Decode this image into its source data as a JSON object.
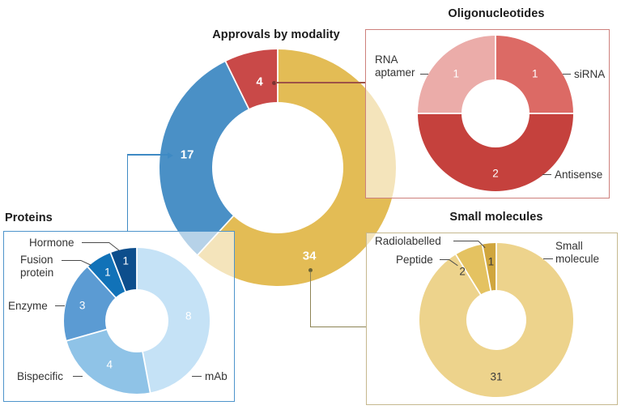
{
  "figure": {
    "main": {
      "title": "Approvals by modality"
    },
    "oligonucleotides": {
      "title": "Oligonucleotides",
      "callouts": {
        "rna_aptamer": "RNA aptamer",
        "sirna": "siRNA",
        "antisense": "Antisense"
      }
    },
    "proteins": {
      "title": "Proteins",
      "callouts": {
        "hormone": "Hormone",
        "fusion_protein": "Fusion protein",
        "enzyme": "Enzyme",
        "bispecific": "Bispecific",
        "mab": "mAb"
      }
    },
    "small_molecules": {
      "title": "Small molecules",
      "callouts": {
        "radiolabelled": "Radiolabelled",
        "peptide": "Peptide",
        "small_molecule": "Small molecule"
      }
    },
    "colors": {
      "oligo_border": "#CD807C",
      "proteins_border": "#4E94CB",
      "small_border": "#C6B88E",
      "connector_red": "#9D5347",
      "connector_red_dot": "#7A3230",
      "connector_blue": "#3E8AC4",
      "connector_olive": "#8D8355",
      "connector_olive_dot": "#6B6335"
    }
  },
  "chart_data": [
    {
      "type": "pie",
      "subtype": "donut",
      "id": "main",
      "title": "Approvals by modality",
      "total": 55,
      "start_angle_deg": 0,
      "slices": [
        {
          "label": "Small molecules",
          "value": 34,
          "color": "#E3BC55",
          "value_label_color": "#FFFFFF"
        },
        {
          "label": "Proteins",
          "value": 17,
          "color": "#4A90C6",
          "value_label_color": "#FFFFFF"
        },
        {
          "label": "Oligonucleotides",
          "value": 4,
          "color": "#C94948",
          "value_label_color": "#FFFFFF"
        }
      ]
    },
    {
      "type": "pie",
      "subtype": "donut",
      "id": "oligonucleotides",
      "title": "Oligonucleotides",
      "total": 4,
      "start_angle_deg": 0,
      "slices": [
        {
          "label": "siRNA",
          "value": 1,
          "color": "#DC6A65",
          "value_label_color": "#FFFFFF"
        },
        {
          "label": "Antisense",
          "value": 2,
          "color": "#C5413D",
          "value_label_color": "#FFFFFF"
        },
        {
          "label": "RNA aptamer",
          "value": 1,
          "color": "#EBACA9",
          "value_label_color": "#FFFFFF"
        }
      ]
    },
    {
      "type": "pie",
      "subtype": "donut",
      "id": "proteins",
      "title": "Proteins",
      "total": 17,
      "start_angle_deg": 0,
      "slices": [
        {
          "label": "mAb",
          "value": 8,
          "color": "#C5E2F6",
          "value_label_color": "#FFFFFF"
        },
        {
          "label": "Bispecific",
          "value": 4,
          "color": "#8FC3E7",
          "value_label_color": "#FFFFFF"
        },
        {
          "label": "Enzyme",
          "value": 3,
          "color": "#5B9BD3",
          "value_label_color": "#FFFFFF"
        },
        {
          "label": "Fusion protein",
          "value": 1,
          "color": "#1172B8",
          "value_label_color": "#FFFFFF"
        },
        {
          "label": "Hormone",
          "value": 1,
          "color": "#0D4E8C",
          "value_label_color": "#FFFFFF"
        }
      ]
    },
    {
      "type": "pie",
      "subtype": "donut",
      "id": "small_molecules",
      "title": "Small molecules",
      "total": 34,
      "start_angle_deg": 0,
      "slices": [
        {
          "label": "Small molecule",
          "value": 31,
          "color": "#EDD38C",
          "value_label_color": "#3A3A3A"
        },
        {
          "label": "Peptide",
          "value": 2,
          "color": "#E4C261",
          "value_label_color": "#3A3A3A"
        },
        {
          "label": "Radiolabelled",
          "value": 1,
          "color": "#D0A63E",
          "value_label_color": "#3A3A3A"
        }
      ]
    }
  ]
}
